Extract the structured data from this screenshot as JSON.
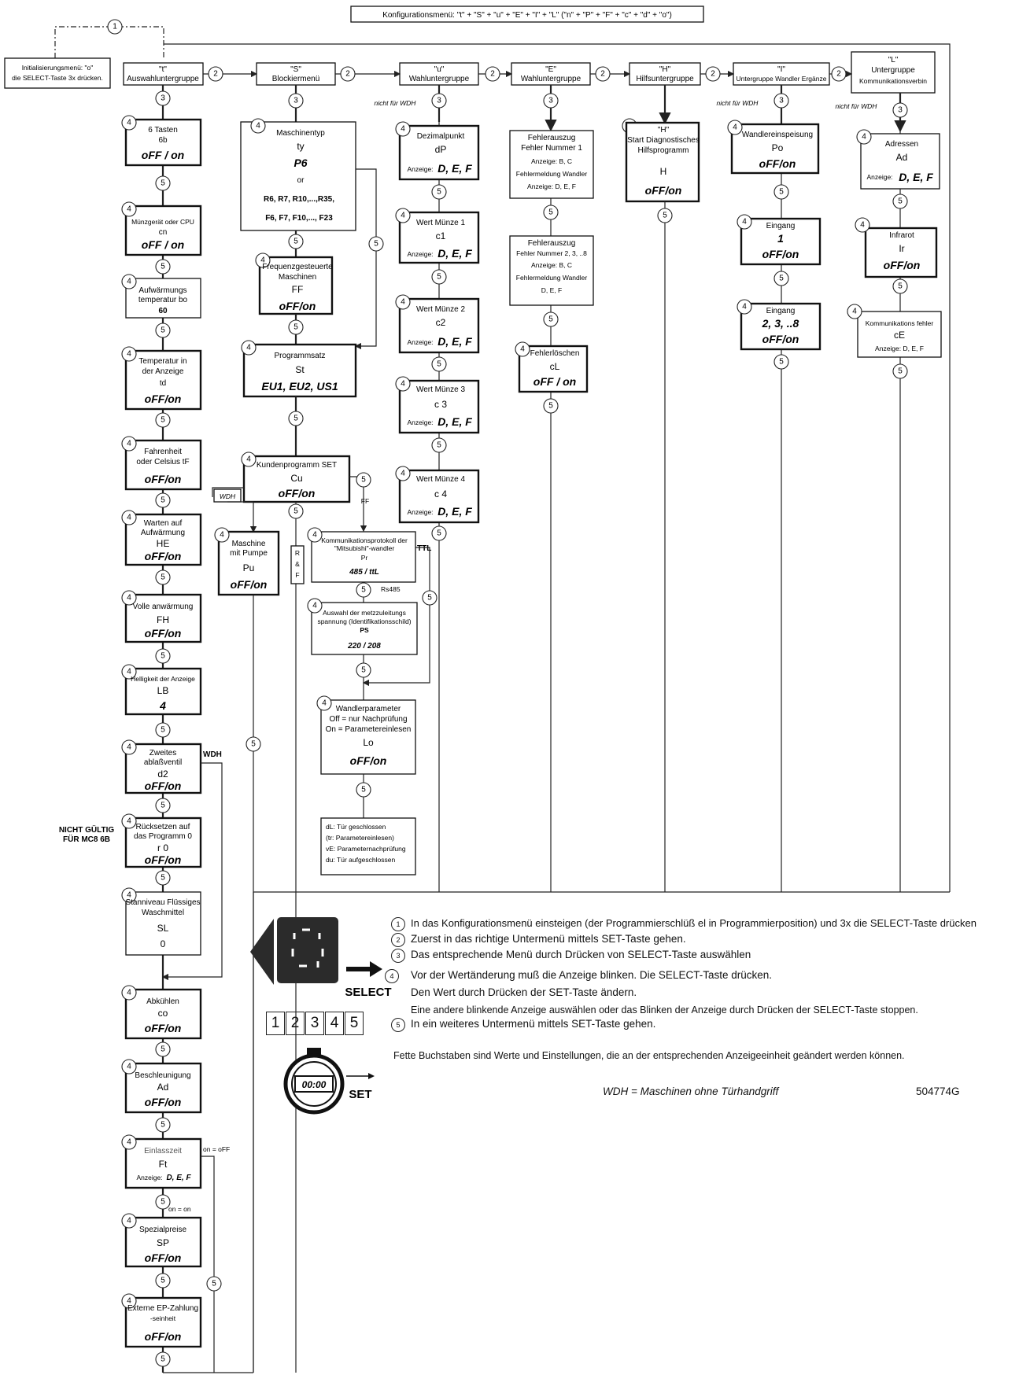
{
  "header": {
    "title": "Konfigurationsmenü: \"t\" + \"S\" + \"u\" + \"E\" + \"I\" + \"L\" (\"n\" + \"P\" + \"F\" + \"c\" + \"d\" + \"o\")"
  },
  "init": {
    "line1": "Initialisierungsmenü:   \"o\"",
    "line2": "die SELECT-Taste 3x drücken."
  },
  "steps": [
    "1",
    "2",
    "3",
    "4",
    "5"
  ],
  "groups": {
    "t": {
      "line1": "\"t\"",
      "line2": "Auswahluntergruppe"
    },
    "S": {
      "line1": "\"S\"",
      "line2": "Blockiermenü"
    },
    "u": {
      "line1": "\"u\"",
      "line2": "Wahluntergruppe"
    },
    "E": {
      "line1": "\"E\"",
      "line2": "Wahluntergruppe"
    },
    "H": {
      "line1": "\"H\"",
      "line2": "Hilfsuntergruppe"
    },
    "I": {
      "line1": "\"I\"",
      "line2": "Untergruppe Wandler Ergänze"
    },
    "L": {
      "line1": "\"L\"",
      "line2": "Untergruppe",
      "line3": "Kommunikationsverbin"
    }
  },
  "notes": {
    "not_wdh_u": "nicht für WDH",
    "not_wdh_I": "nicht für WDH",
    "not_wdh_L": "nicht für WDH",
    "wdh_d2": "WDH",
    "wdh_pu": "WDH",
    "nicht_gueltig1": "NICHT GÜLTIG",
    "nicht_gueltig2": "FÜR MC8 6B",
    "on_off": "on = oFF",
    "on_on": "on = on",
    "ff": "FF",
    "ttl": "TTL",
    "rs485": "Rs485",
    "r": "R",
    "amp": "&",
    "f": "F"
  },
  "col_t": {
    "t1": {
      "l1": "6 Tasten",
      "l2": "6b",
      "v": "oFF / on"
    },
    "t2": {
      "l1": "Münzgerät oder CPU",
      "l2": "cn",
      "v": "oFF / on"
    },
    "t3": {
      "l1": "Aufwärmungs",
      "l2": "temperatur   bo",
      "v": "60"
    },
    "t4": {
      "l1": "Temperatur in",
      "l2": "der Anzeige",
      "l3": "td",
      "v": "oFF/on"
    },
    "t5": {
      "l1": "Fahrenheit",
      "l2": "oder Celsius tF",
      "v": "oFF/on"
    },
    "t6": {
      "l1": "Warten auf",
      "l2": "Aufwärmung",
      "l3": "HE",
      "v": "oFF/on"
    },
    "t7": {
      "l1": "Volle anwärmung",
      "l2": "FH",
      "v": "oFF/on"
    },
    "t8": {
      "l1": "Helligkeit der Anzeige",
      "l2": "LB",
      "v": "4"
    },
    "t9": {
      "l1": "Zweites",
      "l2": "ablaßventil",
      "l3": "d2",
      "v": "oFF/on"
    },
    "t10": {
      "l1": "Rücksetzen auf",
      "l2": "das Programm 0",
      "l3": "r 0",
      "v": "oFF/on"
    },
    "t11": {
      "l1": "Stanniveau Flüssiges",
      "l2": "Waschmittel",
      "l3": "SL",
      "v": "0"
    },
    "t12": {
      "l1": "Abkühlen",
      "l2": "co",
      "v": "oFF/on"
    },
    "t13": {
      "l1": "Beschleunigung",
      "l2": "Ad",
      "v": "oFF/on"
    },
    "t14": {
      "l1": "Einlasszeit",
      "l2": "Ft",
      "l3": "Anzeige:",
      "v": "D, E, F"
    },
    "t15": {
      "l1": "Spezialpreise",
      "l2": "SP",
      "v": "oFF/on"
    },
    "t16": {
      "l1": "Externe EP-Zahlung",
      "l2": "-seinheit",
      "v": "oFF/on"
    }
  },
  "col_S": {
    "s1": {
      "l1": "Maschinentyp",
      "l2": "ty",
      "l3": "P6",
      "l4": "or",
      "l5": "R6, R7, R10,...,R35,",
      "l6": "F6, F7, F10,..., F23"
    },
    "s2": {
      "l1": "Frequenzgesteuerte",
      "l2": "Maschinen",
      "l3": "FF",
      "v": "oFF/on"
    },
    "s3": {
      "l1": "Programmsatz",
      "l2": "St",
      "v": "EU1, EU2, US1"
    },
    "s4": {
      "l1": "Kundenprogramm SET",
      "l2": "Cu",
      "v": "oFF/on"
    },
    "s5": {
      "l1": "Maschine",
      "l2": "mit Pumpe",
      "l3": "Pu",
      "v": "oFF/on"
    },
    "s6": {
      "l1": "Kommunikationsprotokoll der",
      "l2": "\"Mitsubishi\"-wandler",
      "l3": "Pr",
      "v": "485 / ttL"
    },
    "s7": {
      "l1": "Auswahl der metzzuleitungs",
      "l2": "spannung (Identifikationsschild)",
      "l3": "PS",
      "v": "220 / 208"
    },
    "s8": {
      "l1": "Wandlerparameter",
      "l2": "Off = nur Nachprüfung",
      "l3": "On = Parametereinlesen",
      "l4": "Lo",
      "v": "oFF/on"
    },
    "s9": {
      "l1": "dL: Tür geschlossen",
      "l2": "(tr: Parametereinlesen)",
      "l3": "vE:  Parameternachprüfung",
      "l4": "du:  Tür aufgeschlossen"
    }
  },
  "col_u": {
    "u1": {
      "l1": "Dezimalpunkt",
      "l2": "dP",
      "l3": "Anzeige:",
      "v": "D, E, F"
    },
    "u2": {
      "l1": "Wert Münze 1",
      "l2": "c1",
      "l3": "Anzeige:",
      "v": "D, E, F"
    },
    "u3": {
      "l1": "Wert Münze 2",
      "l2": "c2",
      "l3": "Anzeige:",
      "v": "D, E, F"
    },
    "u4": {
      "l1": "Wert Münze 3",
      "l2": "c 3",
      "l3": "Anzeige:",
      "v": "D, E, F"
    },
    "u5": {
      "l1": "Wert Münze 4",
      "l2": "c 4",
      "l3": "Anzeige:",
      "v": "D, E, F"
    }
  },
  "col_E": {
    "e1": {
      "l1": "Fehlerauszug",
      "l2": "Fehler Nummer 1",
      "l3": "Anzeige:  B, C",
      "l4": "Fehlermeldung Wandler",
      "l5": "Anzeige: D, E, F"
    },
    "e2": {
      "l1": "Fehlerauszug",
      "l2": "Fehler Nummer 2, 3, ..8",
      "l3": "Anzeige:  B, C",
      "l4": "Fehlermeldung Wandler",
      "l5": "D, E, F"
    },
    "e3": {
      "l1": "Fehlerlöschen",
      "l2": "cL",
      "v": "oFF / on"
    }
  },
  "col_H": {
    "h1": {
      "l1": "\"H\"",
      "l2": "Start Diagnostisches",
      "l3": "Hilfsprogramm",
      "l4": "H",
      "v": "oFF/on"
    }
  },
  "col_I": {
    "i1": {
      "l1": "Wandlereinspeisung",
      "l2": "Po",
      "v": "oFF/on"
    },
    "i2": {
      "l1": "Eingang",
      "l2": "1",
      "v": "oFF/on"
    },
    "i3": {
      "l1": "Eingang",
      "l2": "2,  3,  ..8",
      "v": "oFF/on"
    }
  },
  "col_L": {
    "l1": {
      "l1": "Adressen",
      "l2": "Ad",
      "l3": "Anzeige:",
      "v": "D, E, F"
    },
    "l2": {
      "l1": "Infrarot",
      "l2": "Ir",
      "v": "oFF/on"
    },
    "l3": {
      "l1": "Kommunikations fehler",
      "l2": "cE",
      "l3": "Anzeige:   D, E, F"
    }
  },
  "legend": {
    "l1": "In das Konfigurationsmenü einsteigen (der Programmierschlüß el in Programmierposition) und 3x die SELECT-Taste drücken",
    "l2": "Zuerst in das richtige Untermenü mittels SET-Taste gehen.",
    "l3": "Das entsprechende Menü durch Drücken von SELECT-Taste auswählen",
    "l4": "Vor der Wertänderung muß die Anzeige blinken. Die SELECT-Taste drücken.",
    "l4b": "Den Wert durch Drücken der SET-Taste ändern.",
    "l4c": "Eine andere blinkende Anzeige auswählen oder das Blinken der Anzeige durch Drücken der SELECT-Taste stoppen.",
    "l5": "In ein weiteres Untermenü mittels SET-Taste gehen.",
    "note": "Fette Buchstaben sind Werte und Einstellungen, die an der entsprechenden Anzeigeeinheit geändert werden können.",
    "wdh": "WDH = Maschinen ohne Türhandgriff",
    "code": "504774G",
    "select": "SELECT",
    "set": "SET",
    "keys": [
      "1",
      "2",
      "3",
      "4",
      "5"
    ],
    "stopwatch": "00:00"
  },
  "colors": {
    "line": "#222222",
    "background": "#ffffff",
    "display": "#2b2b2b"
  }
}
